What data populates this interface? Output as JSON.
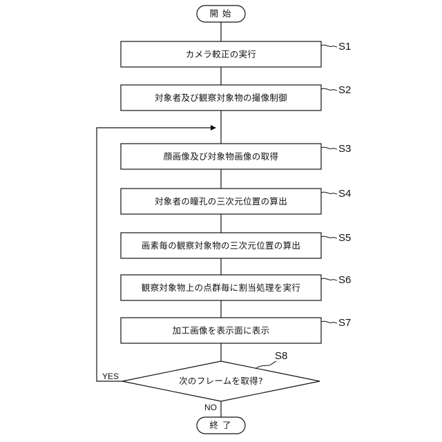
{
  "terminals": {
    "start": "開始",
    "end": "終了"
  },
  "steps": [
    {
      "id": "S1",
      "text": "カメラ較正の実行"
    },
    {
      "id": "S2",
      "text": "対象者及び観察対象物の撮像制御"
    },
    {
      "id": "S3",
      "text": "顔画像及び対象物画像の取得"
    },
    {
      "id": "S4",
      "text": "対象者の瞳孔の三次元位置の算出"
    },
    {
      "id": "S5",
      "text": "画素毎の観察対象物の三次元位置の算出"
    },
    {
      "id": "S6",
      "text": "観察対象物上の点群毎に割当処理を実行"
    },
    {
      "id": "S7",
      "text": "加工画像を表示面に表示"
    }
  ],
  "decision": {
    "id": "S8",
    "text": "次のフレームを取得?",
    "yes": "YES",
    "no": "NO"
  }
}
